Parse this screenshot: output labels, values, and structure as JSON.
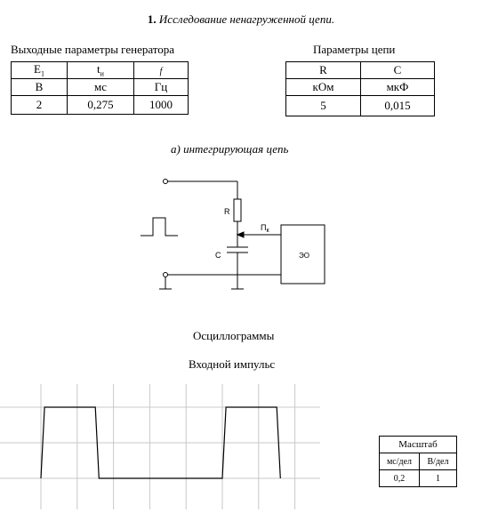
{
  "title": {
    "number": "1.",
    "text": "Исследование ненагруженной цепи."
  },
  "generator": {
    "caption": "Выходные параметры генератора",
    "headers": [
      "E",
      "t",
      "f"
    ],
    "header_subs": [
      "1",
      "и",
      ""
    ],
    "units": [
      "В",
      "мс",
      "Гц"
    ],
    "values": [
      "2",
      "0,275",
      "1000"
    ]
  },
  "circuit_params": {
    "caption": "Параметры цепи",
    "headers": [
      "R",
      "C"
    ],
    "units": [
      "кОм",
      "мкФ"
    ],
    "values": [
      "5",
      "0,015"
    ]
  },
  "subtitle": "а) интегрирующая цепь",
  "schematic": {
    "r_label": "R",
    "c_label": "C",
    "probe_label": "П",
    "probe_sub": "к",
    "scope_label": "ЭО"
  },
  "oscillograms_title": "Осциллограммы",
  "input_pulse_title": "Входной импульс",
  "scale": {
    "title": "Масштаб",
    "headers": [
      "мс/дел",
      "В/дел"
    ],
    "values": [
      "0,2",
      "1"
    ]
  },
  "chart_data": {
    "type": "line",
    "title": "Входной импульс",
    "x_divisions": 8,
    "y_divisions": 4,
    "x_unit_per_div_ms": 0.2,
    "y_unit_per_div_V": 1,
    "series": [
      {
        "x": [
          0,
          0.02,
          0.04,
          0.28,
          0.3,
          0.32,
          1.0,
          1.02,
          1.04,
          1.28,
          1.3,
          1.32
        ],
        "y": [
          0,
          2,
          2,
          2,
          2,
          0,
          0,
          2,
          2,
          2,
          2,
          0
        ]
      }
    ],
    "grid": true
  }
}
